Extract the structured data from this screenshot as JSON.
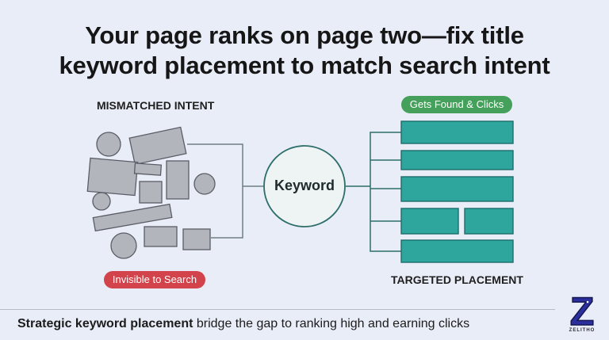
{
  "header": {
    "title_line1": "Your page ranks on page two—fix title",
    "title_line2": "keyword placement to match search intent"
  },
  "left_panel": {
    "heading": "MISMATCHED INTENT",
    "badge": "Invisible to Search",
    "badge_color": "#d2434b"
  },
  "center": {
    "node_label": "Keyword"
  },
  "right_panel": {
    "badge": "Gets Found & Clicks",
    "badge_color": "#44a05a",
    "heading": "TARGETED PLACEMENT",
    "block_color": "#2ea69e"
  },
  "footer": {
    "emphasis": "Strategic keyword placement",
    "rest": " bridge the gap to ranking high and earning clicks"
  },
  "logo": {
    "letter": "Z",
    "brand": "ZELITHO"
  }
}
